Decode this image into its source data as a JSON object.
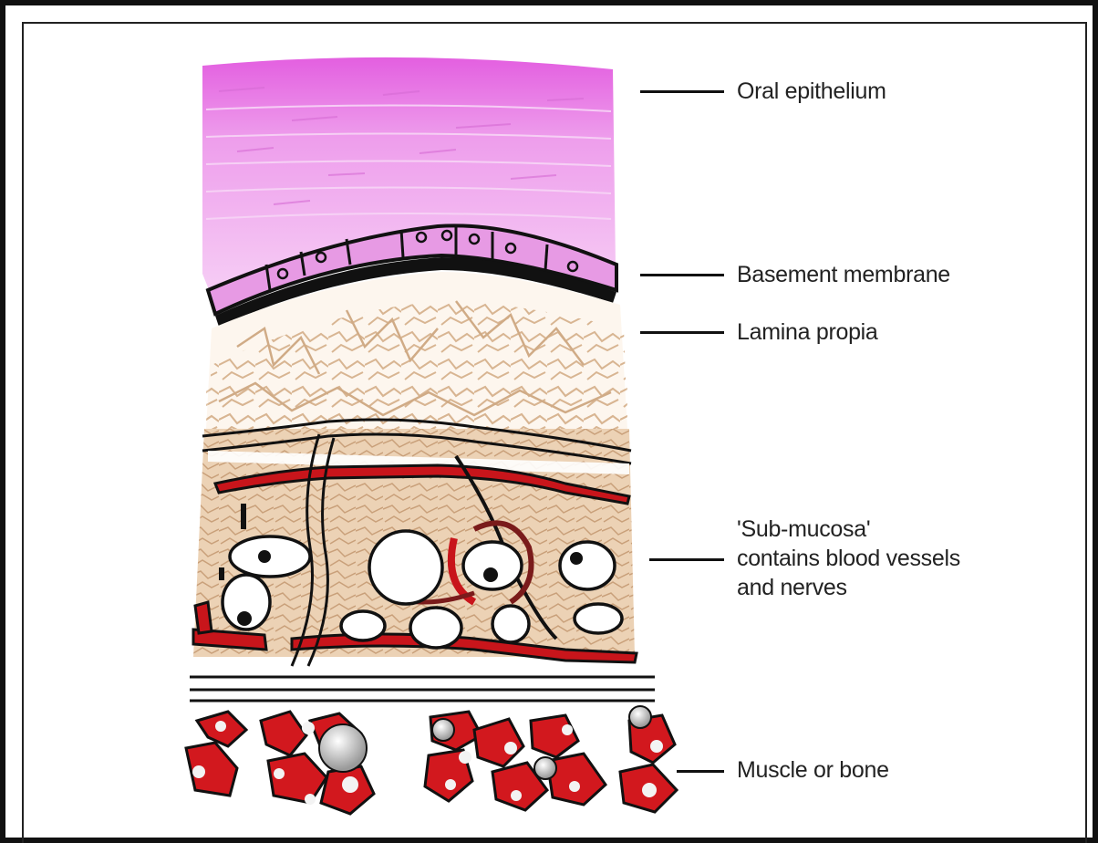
{
  "labels": {
    "oral_epithelium": "Oral epithelium",
    "basement_membrane": "Basement membrane",
    "lamina_propia": "Lamina propia",
    "submucosa_line1": "'Sub-mucosa'",
    "submucosa_line2": "contains blood vessels",
    "submucosa_line3": "and nerves",
    "muscle_or_bone": "Muscle or bone"
  },
  "colors": {
    "epithelium": "#e879e6",
    "epithelium_light": "#f2b4f0",
    "basal_cells": "#e79ae4",
    "membrane": "#111111",
    "fibers": "#d8b592",
    "submucosa_fill": "#e6c7a5",
    "vessel": "#c8151b",
    "muscle": "#d2181e",
    "outline": "#111111"
  }
}
